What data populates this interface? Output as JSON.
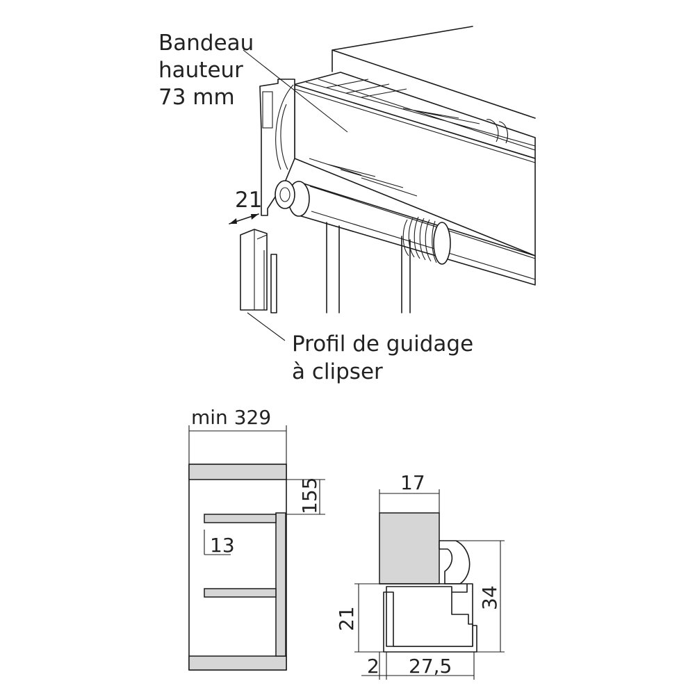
{
  "labels": {
    "bandeau_line1": "Bandeau",
    "bandeau_line2": "hauteur",
    "bandeau_line3": "73 mm",
    "profil_line1": "Profil de guidage",
    "profil_line2": "à clipser",
    "top_dim": "21"
  },
  "section_dims": {
    "width": "min 329",
    "height": "155",
    "slat_gap": "13"
  },
  "profile_dims": {
    "top_width": "17",
    "total_height": "34",
    "lower_height": "21",
    "wall": "2",
    "base_width": "27,5"
  },
  "colors": {
    "line": "#1a1a1a",
    "fill_gray": "#d6d6d6",
    "text": "#222222"
  }
}
